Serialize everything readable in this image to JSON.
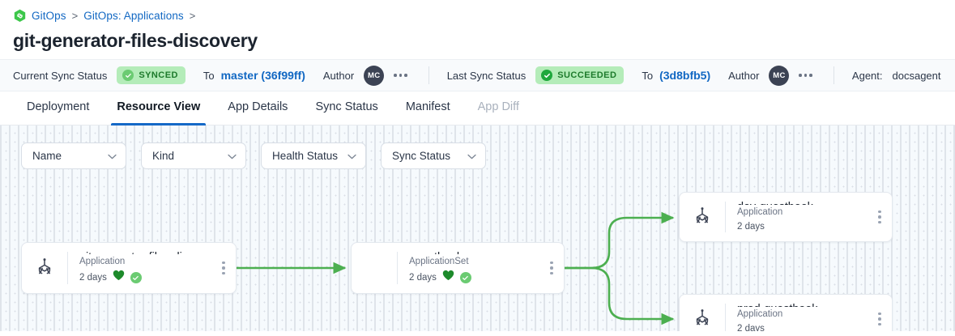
{
  "breadcrumb": {
    "icon": "gitops-hex-link-icon",
    "items": [
      {
        "label": "GitOps"
      },
      {
        "label": "GitOps: Applications"
      }
    ],
    "separator": ">"
  },
  "page": {
    "title": "git-generator-files-discovery"
  },
  "statusbar": {
    "current_sync_label": "Current Sync Status",
    "current_sync_badge": "SYNCED",
    "current_to_label": "To",
    "current_revision": "master (36f99ff)",
    "author_label": "Author",
    "author_initials": "MC",
    "last_sync_label": "Last Sync Status",
    "last_sync_badge": "SUCCEEDED",
    "last_to_label": "To",
    "last_revision": "(3d8bfb5)",
    "author_label_2": "Author",
    "author_initials_2": "MC",
    "agent_label": "Agent:",
    "agent_value": "docsagent",
    "colors": {
      "badge_bg": "#b4ecb9",
      "badge_text": "#1d7a2b",
      "link": "#1268c3",
      "avatar_bg": "#3c4354"
    }
  },
  "tabs": [
    {
      "label": "Deployment",
      "state": "normal"
    },
    {
      "label": "Resource View",
      "state": "active"
    },
    {
      "label": "App Details",
      "state": "normal"
    },
    {
      "label": "Sync Status",
      "state": "normal"
    },
    {
      "label": "Manifest",
      "state": "normal"
    },
    {
      "label": "App Diff",
      "state": "disabled"
    }
  ],
  "filters": [
    {
      "label": "Name",
      "icon": "chevron-down-icon"
    },
    {
      "label": "Kind",
      "icon": "chevron-down-icon"
    },
    {
      "label": "Health Status",
      "icon": "chevron-down-icon"
    },
    {
      "label": "Sync Status",
      "icon": "chevron-down-icon"
    }
  ],
  "graph": {
    "edge_color": "#4caf50",
    "nodes": [
      {
        "id": "root",
        "title": "git-generator-files-disco...",
        "kind": "Application",
        "age": "2 days",
        "icon": "argo-application-icon",
        "has_icon": true,
        "health": "healthy-heart-icon",
        "sync": "synced-check-icon",
        "show_badges": true
      },
      {
        "id": "appset",
        "title": "guestbook",
        "kind": "ApplicationSet",
        "age": "2 days",
        "icon": "",
        "has_icon": false,
        "health": "healthy-heart-icon",
        "sync": "synced-check-icon",
        "show_badges": true
      },
      {
        "id": "dev",
        "title": "dev-guestbook",
        "kind": "Application",
        "age": "2 days",
        "icon": "argo-application-icon",
        "has_icon": true,
        "health": "",
        "sync": "",
        "show_badges": false
      },
      {
        "id": "prod",
        "title": "prod-guestbook",
        "kind": "Application",
        "age": "2 days",
        "icon": "argo-application-icon",
        "has_icon": true,
        "health": "",
        "sync": "",
        "show_badges": false
      }
    ]
  }
}
